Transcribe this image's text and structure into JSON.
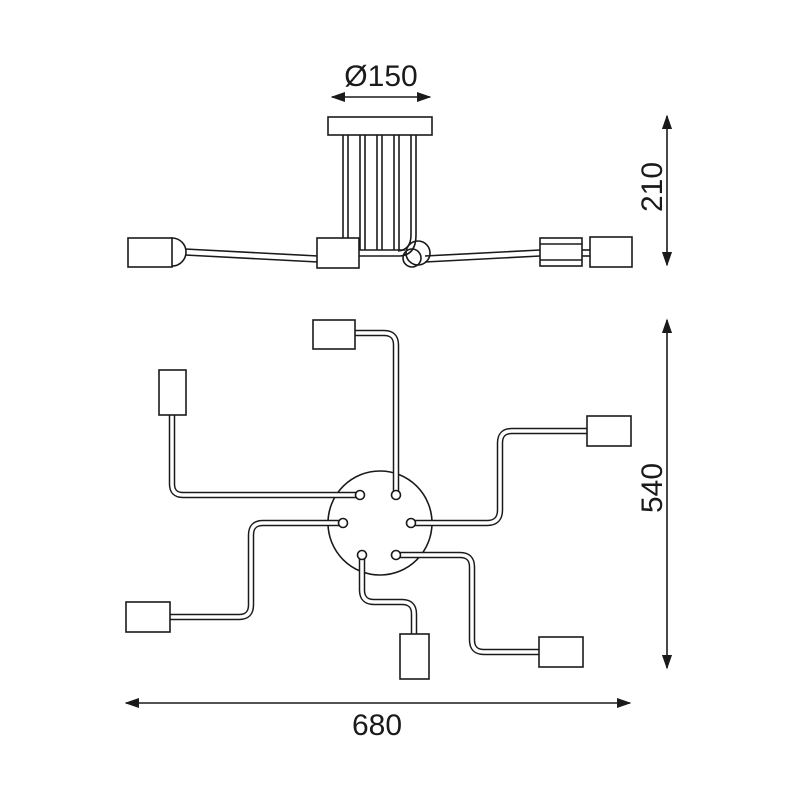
{
  "dimensions": {
    "canopy_diameter": "Ø150",
    "height": "210",
    "depth": "540",
    "width": "680"
  },
  "colors": {
    "line": "#1a1a1a",
    "background": "#ffffff"
  }
}
